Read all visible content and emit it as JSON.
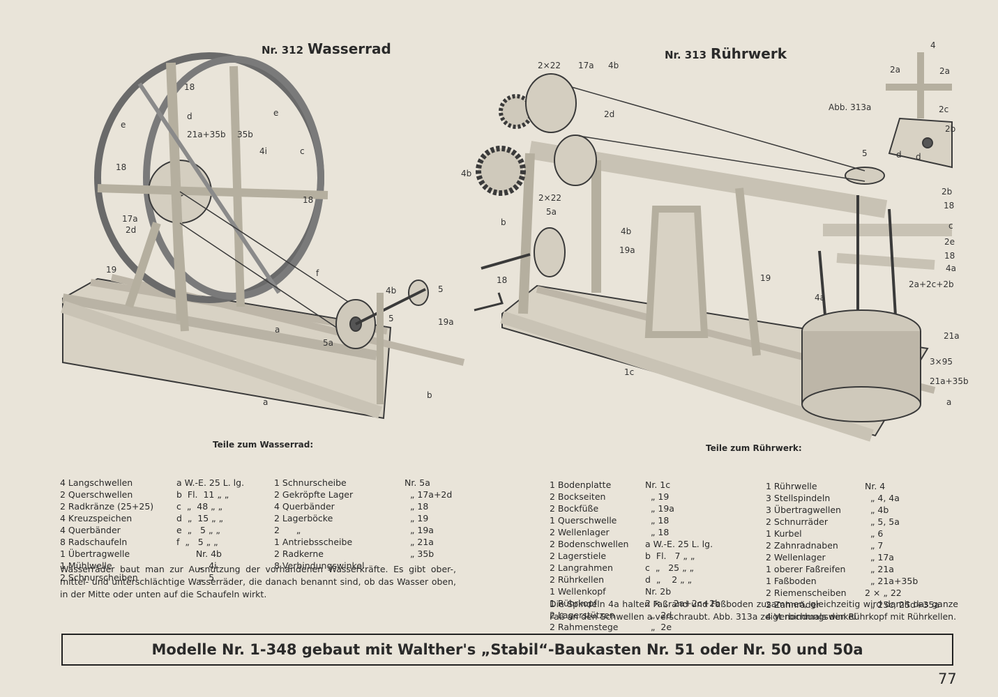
{
  "left_model": {
    "number": "Nr. 312",
    "name": "Wasserrad",
    "parts_heading": "Teile zum Wasserrad:",
    "parts_col1": [
      "4 Langschwellen",
      "2 Querschwellen",
      "2 Radkränze (25+25)",
      "4 Kreuzspeichen",
      "4 Querbänder",
      "8 Radschaufeln",
      "1 Übertragwelle",
      "1 Mühlwelle",
      "2 Schnurscheiben"
    ],
    "parts_col2": [
      "a W.-E. 25 L. lg.",
      "b  Fl.  11 „ „",
      "c  „  48 „ „",
      "d  „  15 „ „",
      "e  „   5 „ „",
      "f  „   5 „ „",
      "       Nr. 4b",
      "        „  4i",
      "        „  5"
    ],
    "parts_col3": [
      "1 Schnurscheibe",
      "2 Gekröpfte Lager",
      "4 Querbänder",
      "2 Lagerböcke",
      "2      „",
      "1 Antriebsscheibe",
      "2 Radkerne",
      "8 Verbindungswinkel"
    ],
    "parts_col4": [
      "Nr. 5a",
      "  „ 17a+2d",
      "  „ 18",
      "  „ 19",
      "  „ 19a",
      "  „ 21a",
      "  „ 35b"
    ],
    "description": "Wasserräder baut man zur Ausnutzung der vorhandenen Wasserkräfte. Es gibt ober-, mittel- und unterschlächtige Wasserräder, die danach benannt sind, ob das Wasser oben, in der Mitte oder unten auf die Schaufeln wirkt.",
    "labels": [
      "18",
      "d",
      "e",
      "21a+35b",
      "35b",
      "c",
      "4i",
      "e",
      "18",
      "18",
      "17a",
      "2d",
      "19",
      "f",
      "4b",
      "5",
      "19a",
      "5",
      "5a",
      "a",
      "b",
      "a"
    ]
  },
  "right_model": {
    "number": "Nr. 313",
    "name": "Rührwerk",
    "parts_heading": "Teile zum Rührwerk:",
    "parts_col1": [
      "1 Bodenplatte",
      "2 Bockseiten",
      "2 Bockfüße",
      "1 Querschwelle",
      "2 Wellenlager",
      "2 Bodenschwellen",
      "2 Lagerstiele",
      "2 Langrahmen",
      "2 Rührkellen",
      "1 Wellenkopf",
      "1 Rührkopf",
      "2 Lagerstützen",
      "2 Rahmenstege"
    ],
    "parts_col2": [
      "Nr. 1c",
      "  „ 19",
      "  „ 19a",
      "  „ 18",
      "  „ 18",
      "a W.-E. 25 L. lg.",
      "b  Fl.   7 „ „",
      "c  „   25 „ „",
      "d  „    2 „ „",
      "Nr. 2b",
      "2 × „  2a+2c+2b",
      "  „  2d",
      "  „  2e"
    ],
    "parts_col3": [
      "1 Rührwelle",
      "3 Stellspindeln",
      "3 Übertragwellen",
      "2 Schnurräder",
      "1 Kurbel",
      "2 Zahnradnaben",
      "2 Wellenlager",
      "1 oberer Faßreifen",
      "1 Faßboden",
      "2 Riemenscheiben",
      "2 Zahnräder",
      "4 Verbindungswinkel"
    ],
    "parts_col4": [
      "Nr. 4",
      "  „ 4, 4a",
      "  „ 4b",
      "  „ 5, 5a",
      "  „ 6",
      "  „ 7",
      "  „ 17a",
      "  „ 21a",
      "  „ 21a+35b",
      "2 × „ 22",
      "  „ 25c, 25d+35a"
    ],
    "description": "Die Spindeln 4a halten Faßrand und Faßboden zusammen, gleichzeitig wird damit das ganze Faß an den Schwellen a verschraubt. Abb. 313a zeigt nochmals den Rührkopf mit Rührkellen.",
    "abb_label": "Abb. 313a",
    "labels": [
      "2×22",
      "17a",
      "4b",
      "2d",
      "4",
      "2a",
      "2a",
      "2c",
      "2b",
      "d",
      "d",
      "4b",
      "5",
      "2b",
      "18",
      "c",
      "2e",
      "18",
      "4a",
      "2a+2c+2b",
      "4b",
      "19a",
      "19",
      "b",
      "5a",
      "2×22",
      "18",
      "4a",
      "21a",
      "3×95",
      "21a+35b",
      "a",
      "1c"
    ]
  },
  "banner": "Modelle Nr. 1-348 gebaut mit Walther's „Stabil“-Baukasten Nr. 51 oder Nr. 50 und 50a",
  "page_number": "77"
}
